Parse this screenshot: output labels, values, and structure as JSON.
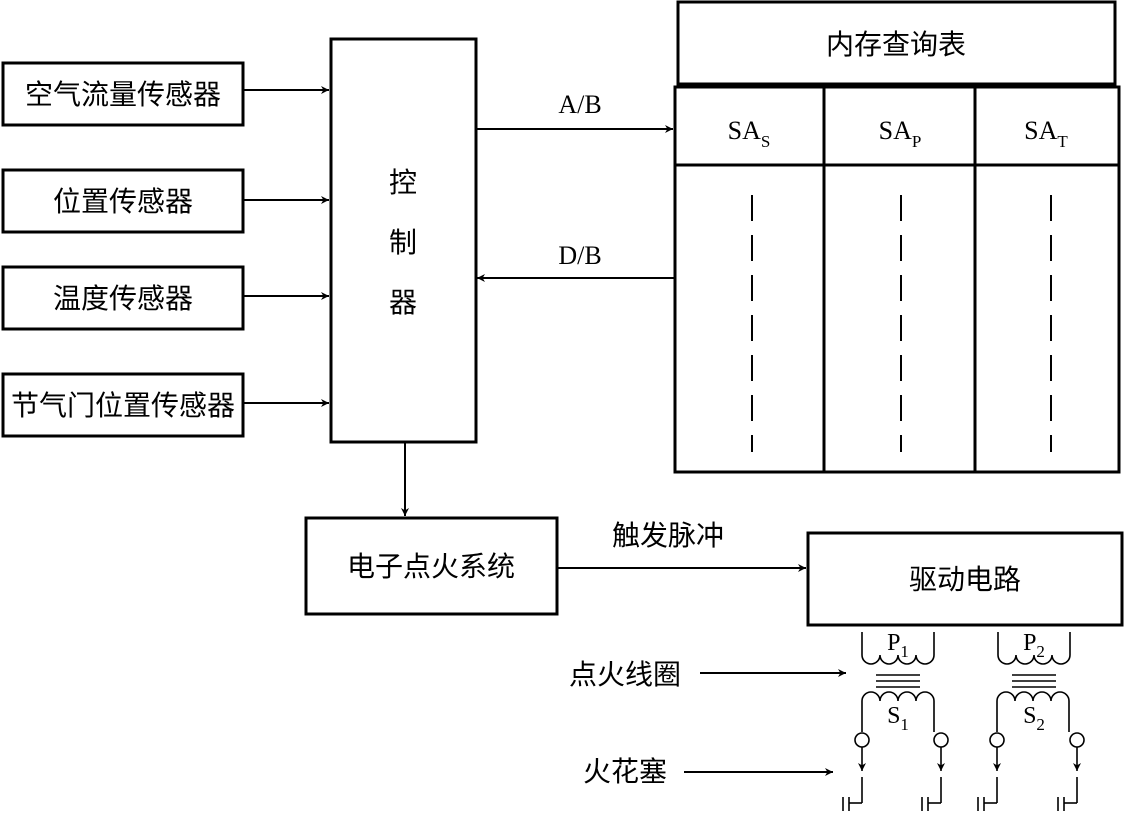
{
  "sensors": [
    "空气流量传感器",
    "位置传感器",
    "温度传感器",
    "节气门位置传感器"
  ],
  "controller": {
    "chars": [
      "控",
      "制",
      "器"
    ]
  },
  "memory_table": {
    "title": "内存查询表",
    "columns": [
      {
        "base": "SA",
        "sub": "S"
      },
      {
        "base": "SA",
        "sub": "P"
      },
      {
        "base": "SA",
        "sub": "T"
      }
    ]
  },
  "bus": {
    "address": "A/B",
    "data": "D/B"
  },
  "ignition_system": "电子点火系统",
  "trigger_pulse": "触发脉冲",
  "drive_circuit": "驱动电路",
  "coil": {
    "label": "点火线圈",
    "primary": [
      {
        "base": "P",
        "sub": "1"
      },
      {
        "base": "P",
        "sub": "2"
      }
    ],
    "secondary": [
      {
        "base": "S",
        "sub": "1"
      },
      {
        "base": "S",
        "sub": "2"
      }
    ]
  },
  "spark_plug_label": "火花塞"
}
